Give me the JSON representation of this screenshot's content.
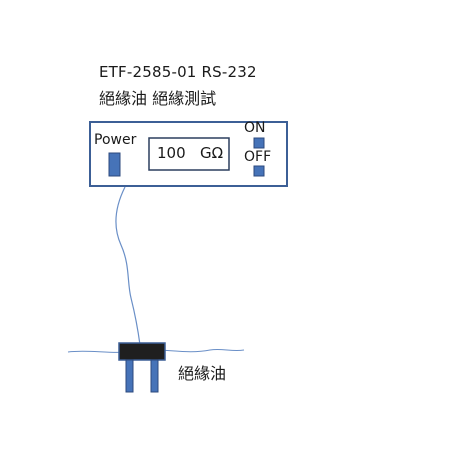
{
  "device": {
    "title": "ETF-2585-01  RS-232",
    "subtitle": "絕緣油 絕緣測試",
    "power_label": "Power",
    "display_value": "100",
    "display_unit": "GΩ",
    "on_label": "ON",
    "off_label": "OFF"
  },
  "probe": {
    "label": "絕緣油"
  },
  "colors": {
    "outline": "#3c5f96",
    "fill_blue": "#4673b8",
    "cable": "#6a8fc7",
    "text": "#1a1a1a"
  }
}
